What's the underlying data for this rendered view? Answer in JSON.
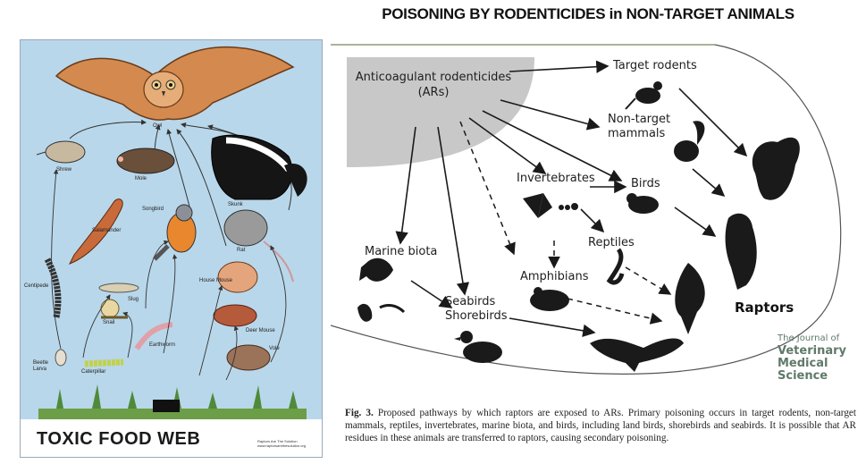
{
  "title": "POISONING BY RODENTICIDES in NON-TARGET ANIMALS",
  "poster": {
    "title": "TOXIC FOOD WEB",
    "credit": "Raptors Are The Solution  www.raptorsarethesolution.org",
    "labels": {
      "owl": "Owl",
      "shrew": "Shrew",
      "mole": "Mole",
      "skunk": "Skunk",
      "songbird": "Songbird",
      "salamander": "Salamander",
      "rat": "Rat",
      "centipede": "Centipede",
      "slug": "Slug",
      "house_mouse": "House Mouse",
      "snail": "Snail",
      "deer_mouse": "Deer Mouse",
      "earthworm": "Earthworm",
      "vole": "Vole",
      "beetle_larva": "Beetle Larva",
      "caterpillar": "Caterpillar"
    }
  },
  "figure": {
    "source": "Anticoagulant rodenticides (ARs)",
    "nodes": {
      "target_rodents": "Target rodents",
      "non_target_mammals": "Non-target mammals",
      "invertebrates": "Invertebrates",
      "birds": "Birds",
      "reptiles": "Reptiles",
      "amphibians": "Amphibians",
      "marine_biota": "Marine biota",
      "seabirds_shorebirds": "Seabirds Shorebirds"
    },
    "sink": "Raptors",
    "journal": {
      "line1": "The Journal of",
      "line2": "Veterinary",
      "line3": "Medical",
      "line4": "Science"
    }
  },
  "caption": {
    "label": "Fig. 3.",
    "text": "Proposed pathways by which raptors are exposed to ARs. Primary poisoning occurs in target rodents, non-target mammals, reptiles, invertebrates, marine biota, and birds, including land birds, shorebirds and seabirds. It is possible that AR residues in these animals are transferred to raptors, causing secondary poisoning."
  },
  "colors": {
    "poster_bg": "#b9d7ea",
    "source_fill": "#c8c8c8",
    "ink": "#1e1e1e",
    "journal": "#5f7a6a"
  }
}
